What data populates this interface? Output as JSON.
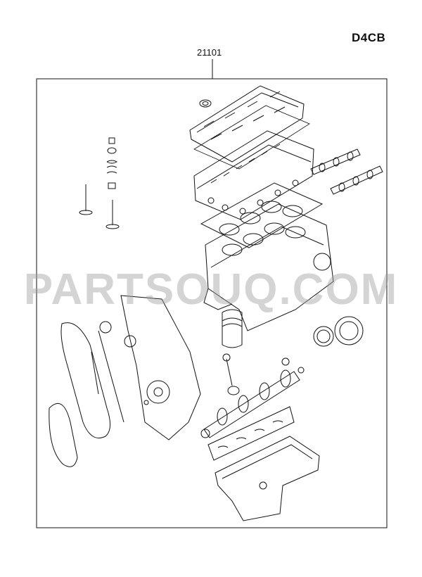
{
  "header": {
    "engine_code": "D4CB",
    "part_number": "21101"
  },
  "watermark": {
    "text": "PARTSOUQ.COM"
  },
  "colors": {
    "line": "#111111",
    "background": "#ffffff",
    "watermark": "#a0a0a0"
  },
  "icons": [
    "cylinder-head-cover-icon",
    "cylinder-head-icon",
    "camshaft-icon",
    "head-gasket-icon",
    "cylinder-block-icon",
    "valve-icon",
    "valve-spring-icon",
    "timing-chain-icon",
    "timing-cover-icon",
    "piston-icon",
    "connecting-rod-icon",
    "crankshaft-icon",
    "oil-seal-icon",
    "bearing-cap-icon",
    "oil-pan-icon"
  ]
}
